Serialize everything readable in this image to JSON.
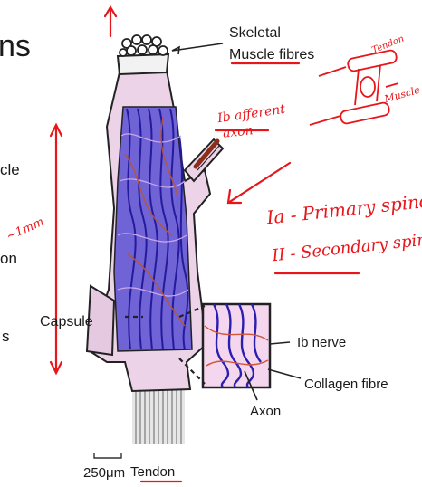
{
  "slide_edge_text": {
    "title_fragment": "ns",
    "line1": "cle",
    "line2": "on",
    "line3": "s"
  },
  "labels": {
    "skeletal_line1": "Skeletal",
    "skeletal_line2": "Muscle fibres",
    "capsule": "Capsule",
    "ib_nerve": "Ib nerve",
    "collagen_fibre": "Collagen fibre",
    "axon": "Axon",
    "scale_bar": "250μm",
    "tendon": "Tendon"
  },
  "handwritten": {
    "ib_afferent": "Ib afferent",
    "axon": "axon",
    "ia_primary": "Ia - Primary spindle",
    "ii_secondary": "II - Secondary spindle",
    "approx_size": "~1mm",
    "inset_tendon": "Tendon",
    "inset_muscle": "Muscle"
  },
  "colors": {
    "annotation_red": "#e8161b",
    "fibre_blue": "#3a2fb8",
    "capsule_pink": "#e9cfe6",
    "tendon_grey": "#9a9a9a"
  }
}
